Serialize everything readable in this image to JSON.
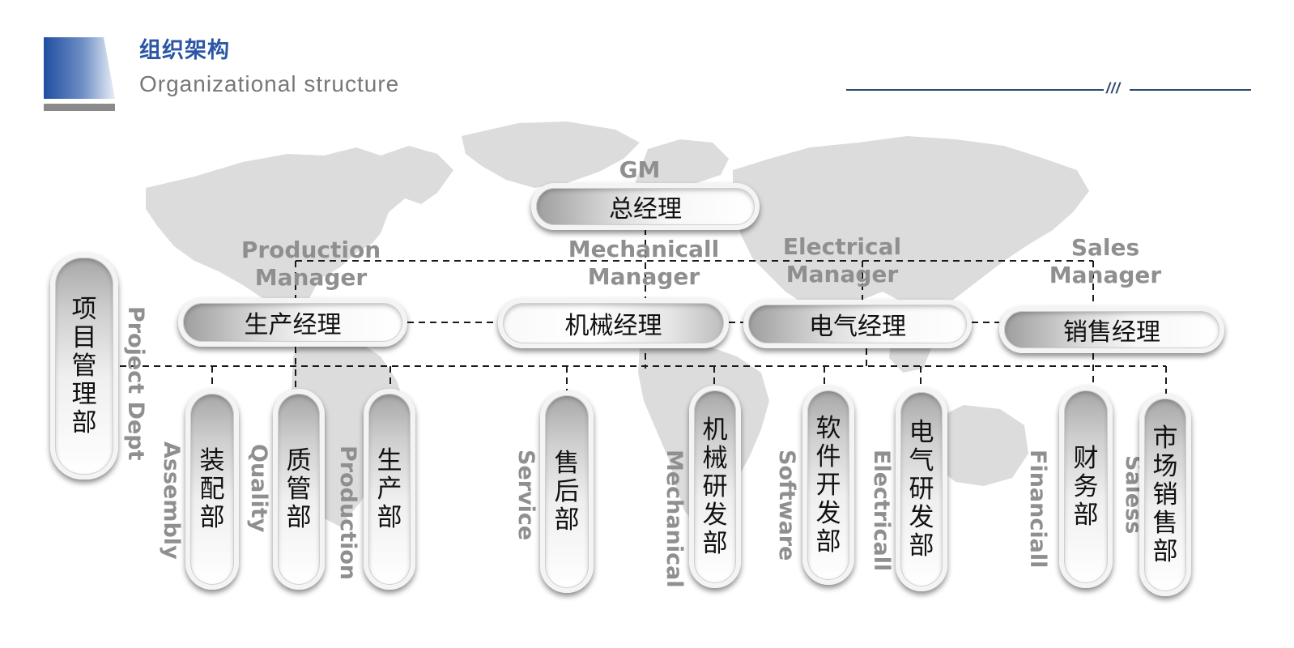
{
  "header": {
    "title_cn": "组织架构",
    "title_en": "Organizational structure",
    "divider_mark": "///"
  },
  "colors": {
    "accent": "#2a56a5",
    "label_gray": "#8f8f8f",
    "map_gray": "#dcdcdc"
  },
  "top": {
    "label": "GM",
    "name": "总经理"
  },
  "managers": [
    {
      "label_lines": [
        "Production",
        "Manager"
      ],
      "name": "生产经理"
    },
    {
      "label_lines": [
        "Mechanicall",
        "Manager"
      ],
      "name": "机械经理"
    },
    {
      "label_lines": [
        "Electrical",
        "Manager"
      ],
      "name": "电气经理"
    },
    {
      "label_lines": [
        "Sales",
        "Manager"
      ],
      "name": "销售经理"
    }
  ],
  "project_dept": {
    "name": "项目管理部",
    "label": "Project Dept"
  },
  "departments": [
    {
      "name": "装配部",
      "label": "Assembly"
    },
    {
      "name": "质管部",
      "label": "Quality"
    },
    {
      "name": "生产部",
      "label": "Production"
    },
    {
      "name": "售后部",
      "label": "Service"
    },
    {
      "name": "机械研发部",
      "label": "Mechanical"
    },
    {
      "name": "软件开发部",
      "label": "Software"
    },
    {
      "name": "电气研发部",
      "label": "Electricall"
    },
    {
      "name": "财务部",
      "label": "Financiall"
    },
    {
      "name": "市场销售部",
      "label": "Saless"
    }
  ]
}
